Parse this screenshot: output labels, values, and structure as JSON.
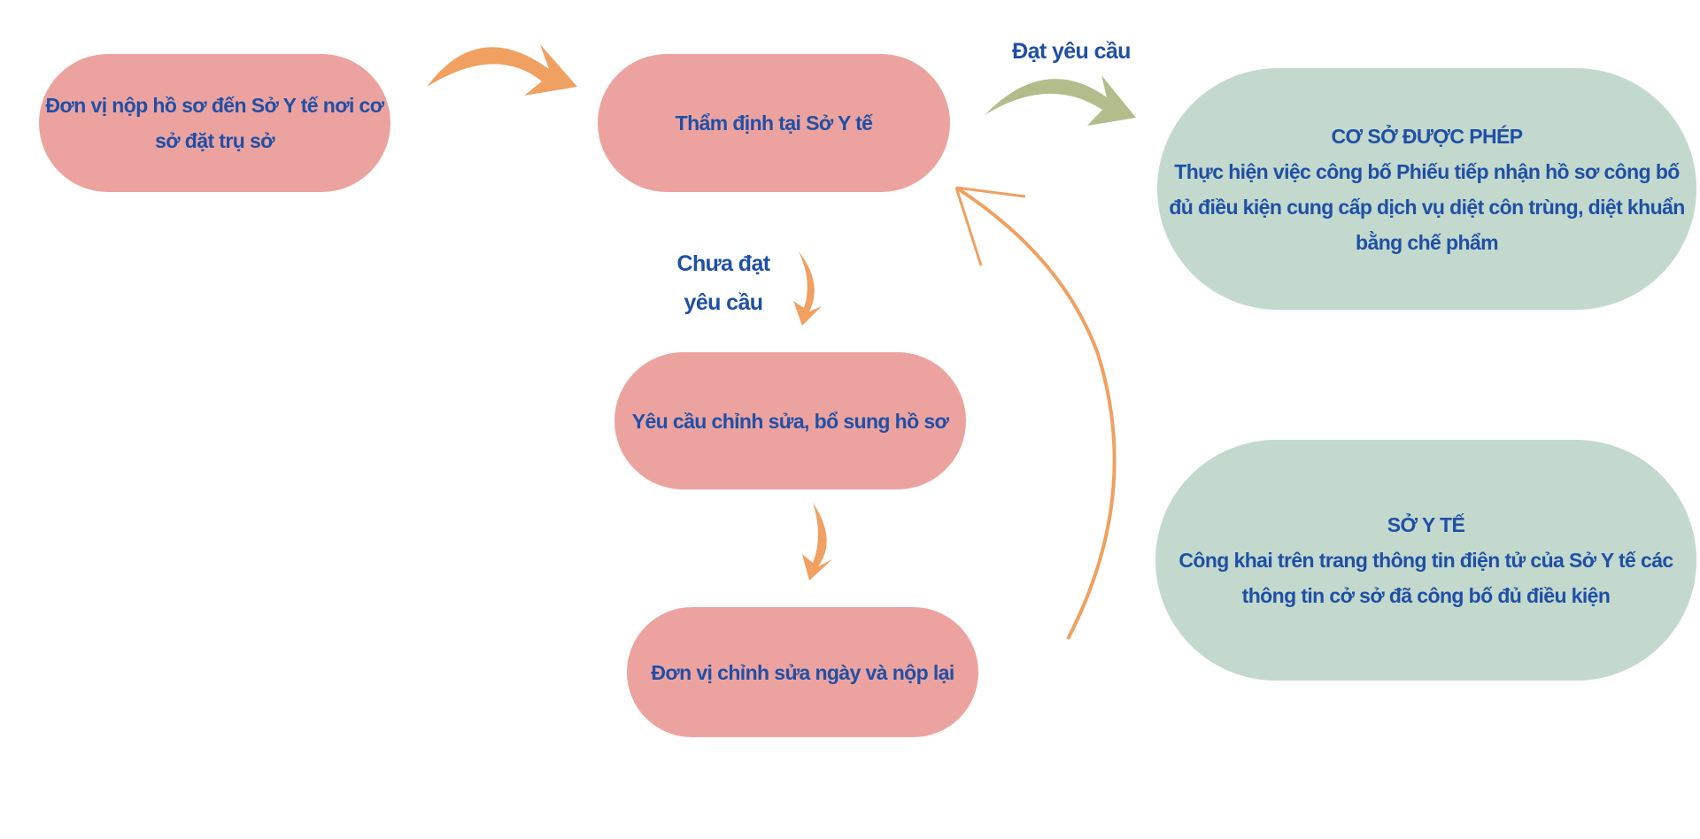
{
  "colors": {
    "step": "#eca3a0",
    "result": "#c3d9cd",
    "text": "#1f4fa6",
    "arrow_orange": "#f0a060",
    "arrow_green": "#b3bd8b"
  },
  "steps": {
    "submit": "Đơn vị nộp hồ sơ đến Sở Y tế nơi cơ sở đặt trụ sở",
    "appraise": "Thẩm định tại Sở Y tế",
    "revise_request": "Yêu cầu chỉnh sửa, bổ sung hồ sơ",
    "resubmit": "Đơn vị chỉnh sửa ngày và nộp lại"
  },
  "results": {
    "permitted_title": "CƠ SỞ ĐƯỢC PHÉP",
    "permitted_body": "Thực hiện việc công bố Phiếu tiếp nhận hồ sơ công bố đủ điều kiện cung cấp dịch vụ diệt côn trùng, diệt khuẩn bằng chế phẩm",
    "dept_title": "SỞ Y TẾ",
    "dept_body": "Công khai trên trang thông tin điện tử của Sở Y tế các thông tin cở sở đã công bố đủ điều kiện"
  },
  "labels": {
    "pass": "Đạt yêu cầu",
    "fail_line1": "Chưa đạt",
    "fail_line2": "yêu cầu"
  }
}
